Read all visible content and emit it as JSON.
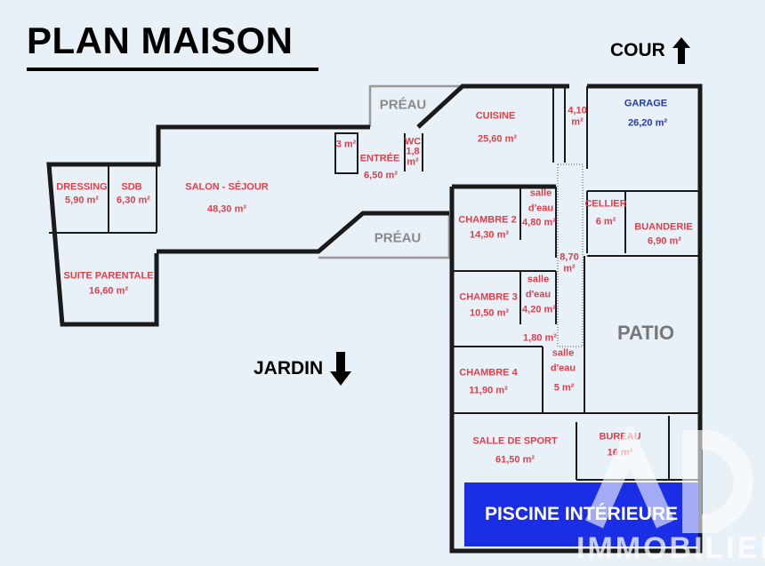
{
  "title": "PLAN MAISON",
  "directions": {
    "cour": "COUR",
    "jardin": "JARDIN"
  },
  "rooms": {
    "preau_top": "PRÉAU",
    "preau_bottom": "PRÉAU",
    "cuisine": {
      "name": "CUISINE",
      "area": "25,60 m²"
    },
    "degagement": {
      "line1": "4,10",
      "line2": "m²"
    },
    "garage": {
      "name": "GARAGE",
      "area": "26,20 m²"
    },
    "placard": "3 m²",
    "wc": {
      "name": "WC",
      "line1": "1,8",
      "line2": "m²"
    },
    "entree": {
      "name": "ENTRÉE",
      "area": "6,50 m²"
    },
    "dressing": {
      "name": "DRESSING",
      "area": "5,90 m²"
    },
    "sdb": {
      "name": "SDB",
      "area": "6,30 m²"
    },
    "salon": {
      "name": "SALON - SÉJOUR",
      "area": "48,30 m²"
    },
    "salle_eau_1": {
      "l1": "salle",
      "l2": "d'eau",
      "area": "4,80 m²"
    },
    "chambre2": {
      "name": "CHAMBRE 2",
      "area": "14,30 m²"
    },
    "cellier": {
      "name": "CELLIER",
      "area": "6 m²"
    },
    "buanderie": {
      "name": "BUANDERIE",
      "area": "6,90 m²"
    },
    "couloir": {
      "line1": "8,70",
      "line2": "m²"
    },
    "suite": {
      "name": "SUITE PARENTALE",
      "area": "16,60 m²"
    },
    "salle_eau_2": {
      "l1": "salle",
      "l2": "d'eau",
      "area": "4,20 m²"
    },
    "chambre3": {
      "name": "CHAMBRE 3",
      "area": "10,50 m²"
    },
    "patio": "PATIO",
    "couloir2": "1,80 m²",
    "salle_eau_3": {
      "l1": "salle",
      "l2": "d'eau",
      "area": "5 m²"
    },
    "chambre4": {
      "name": "CHAMBRE 4",
      "area": "11,90 m²"
    },
    "sport": {
      "name": "SALLE DE SPORT",
      "area": "61,50 m²"
    },
    "bureau": {
      "name": "BUREAU",
      "area": "16 m²"
    },
    "piscine": "PISCINE INTÉRIEURE"
  },
  "watermark": "IMMOBILIER",
  "colors": {
    "label": "#e0404a",
    "garage": "#1f3aa8",
    "pool": "#1a2ee6",
    "background": "#e8f0f8"
  }
}
